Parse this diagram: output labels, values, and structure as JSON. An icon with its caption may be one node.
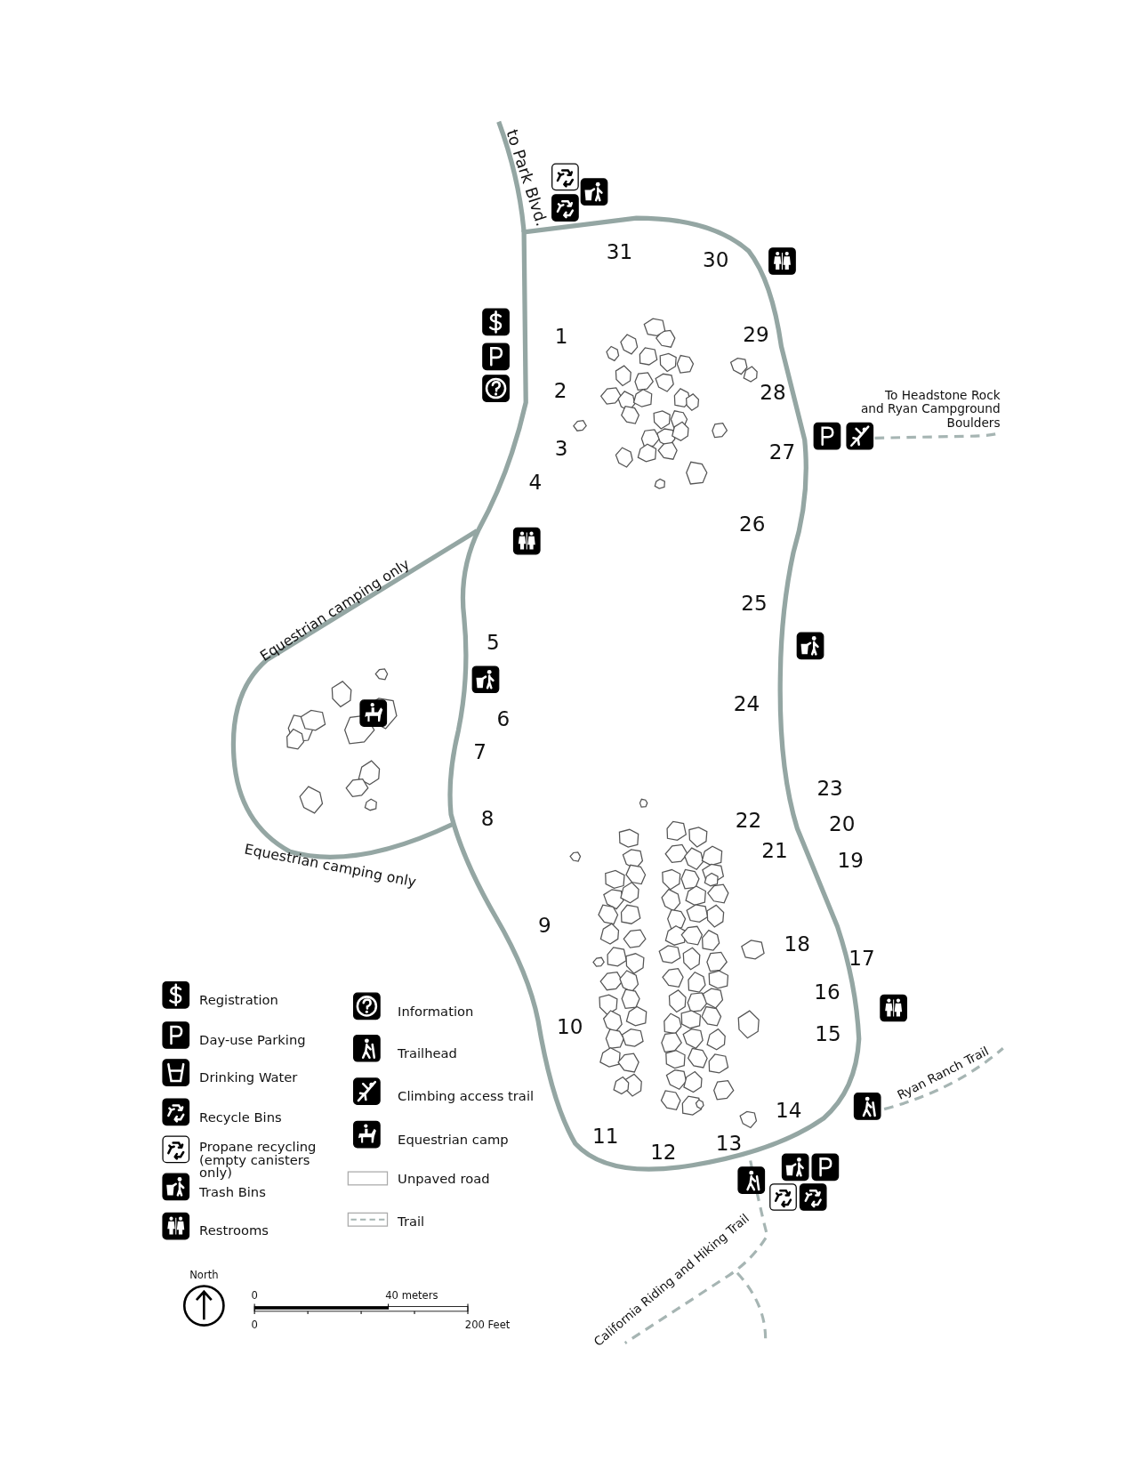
{
  "diagram": {
    "labels": [
      "to Park Blvd.",
      "31",
      "30",
      "1",
      "29",
      "2",
      "28",
      "To Headstone Rock and Ryan Campground Boulders",
      "3",
      "27",
      "4",
      "26",
      "25",
      "Equestrian camping only",
      "5",
      "24",
      "6",
      "7",
      "23",
      "8",
      "22",
      "20",
      "Equestrian camping only",
      "21",
      "19",
      "9",
      "18",
      "17",
      "16",
      "10",
      "15",
      "Ryan Ranch Trail",
      "14",
      "11",
      "13",
      "12",
      "California Riding and Hiking Trail",
      "North",
      "0",
      "40 meters",
      "0",
      "200 Feet"
    ],
    "legend": [
      {
        "text": "Registration"
      },
      {
        "text": "Day-use Parking"
      },
      {
        "text": "Drinking Water"
      },
      {
        "text": "Recycle Bins"
      },
      {
        "text": "Propane recycling (empty canisters only)"
      },
      {
        "text": "Trash Bins"
      },
      {
        "text": "Restrooms"
      },
      {
        "text": "Information"
      },
      {
        "text": "Trailhead"
      },
      {
        "text": "Climbing access trail"
      },
      {
        "text": "Equestrian camp"
      },
      {
        "text": "Unpaved road"
      },
      {
        "text": "Trail"
      }
    ]
  }
}
